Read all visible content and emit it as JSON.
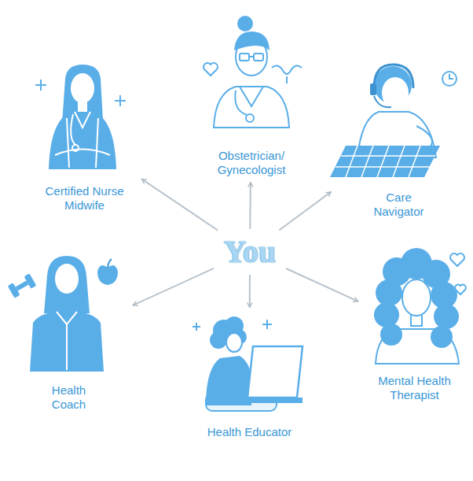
{
  "diagram": {
    "nodes": [
      {
        "text": [
          "Certified Nurse Midwife"
        ]
      },
      {
        "text": [
          "Obstetrician/ Gynecologist"
        ]
      },
      {
        "text": [
          "Care Navigator"
        ]
      },
      {
        "text": [
          "You"
        ]
      },
      {
        "text": [
          "Health Coach"
        ]
      },
      {
        "text": [
          "Health Educator"
        ]
      },
      {
        "text": [
          "Mental Health Therapist"
        ]
      }
    ],
    "edges": [
      {
        "from": 3,
        "to": 0,
        "arrow": "to"
      },
      {
        "from": 3,
        "to": 1,
        "arrow": "to"
      },
      {
        "from": 3,
        "to": 2,
        "arrow": "to"
      },
      {
        "from": 3,
        "to": 4,
        "arrow": "to"
      },
      {
        "from": 3,
        "to": 5,
        "arrow": "to"
      },
      {
        "from": 3,
        "to": 6,
        "arrow": "to"
      }
    ]
  }
}
